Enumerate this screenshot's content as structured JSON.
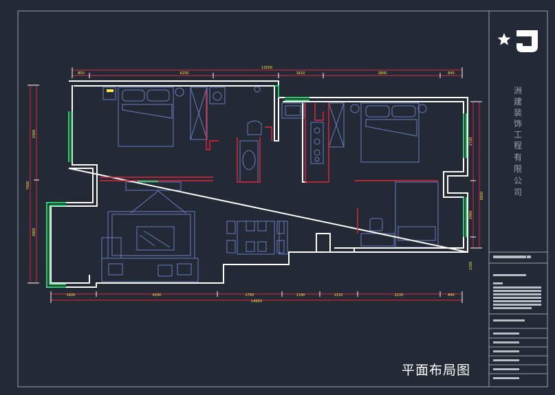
{
  "drawing": {
    "title": "平面布局图",
    "company_name": [
      "洲",
      "建",
      "装",
      "饰",
      "工",
      "程",
      "有",
      "限",
      "公",
      "司"
    ],
    "logo": {
      "star_icon": "star-icon",
      "monogram_icon": "zj-monogram-icon"
    }
  },
  "dimensions": {
    "top_total": "12550",
    "top_segments": [
      "850",
      "6250",
      "1610",
      "2800",
      "840"
    ],
    "bottom_total": "14650",
    "bottom_segments": [
      "1420",
      "4200",
      "2750",
      "1190",
      "1210",
      "2220",
      "840"
    ],
    "left_total": "7000",
    "left_segments": [
      "3300",
      "3800"
    ],
    "right_total": "6820",
    "right_segments": [
      "2720",
      "2000",
      "1100"
    ]
  },
  "colors": {
    "background": "#232a36",
    "frame": "#9aa3ad",
    "wall": "#ffffff",
    "furniture": "#6a7fc4",
    "dimension": "#e0263a",
    "dimension_text": "#ffe84a",
    "window": "#22d46a"
  }
}
